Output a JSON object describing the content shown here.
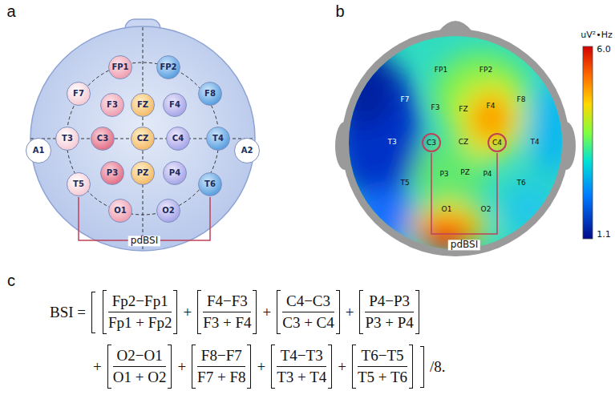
{
  "diagram": {
    "nodes": [
      {
        "text": [
          "FP1"
        ]
      },
      {
        "text": [
          "FP2"
        ]
      },
      {
        "text": [
          "F7"
        ]
      },
      {
        "text": [
          "F3"
        ]
      },
      {
        "text": [
          "FZ"
        ]
      },
      {
        "text": [
          "F4"
        ]
      },
      {
        "text": [
          "F8"
        ]
      },
      {
        "text": [
          "A1"
        ]
      },
      {
        "text": [
          "T3"
        ]
      },
      {
        "text": [
          "C3"
        ]
      },
      {
        "text": [
          "CZ"
        ]
      },
      {
        "text": [
          "C4"
        ]
      },
      {
        "text": [
          "T4"
        ]
      },
      {
        "text": [
          "A2"
        ]
      },
      {
        "text": [
          "T5"
        ]
      },
      {
        "text": [
          "P3"
        ]
      },
      {
        "text": [
          "PZ"
        ]
      },
      {
        "text": [
          "P4"
        ]
      },
      {
        "text": [
          "T6"
        ]
      },
      {
        "text": [
          "O1"
        ]
      },
      {
        "text": [
          "O2"
        ]
      },
      {
        "text": [
          "C3"
        ]
      },
      {
        "text": [
          "C4"
        ]
      }
    ],
    "labels": [
      "a",
      "b",
      "FP1",
      "FP2",
      "F7",
      "F3",
      "FZ",
      "F4",
      "F8",
      "T3",
      "CZ",
      "T4",
      "T5",
      "P3",
      "PZ",
      "P4",
      "T6",
      "O1",
      "O2",
      "uV²•Hz",
      "6.0",
      "1.1",
      "pdBSI",
      "pdBSI",
      "c",
      "BSI =",
      "Fp2−Fp1",
      "Fp1 + Fp2",
      "+",
      "F4−F3",
      "F3 + F4",
      "+",
      "C4−C3",
      "C3 + C4",
      "+",
      "P4−P3",
      "P3 + P4",
      "+",
      "O2−O1",
      "O1 + O2",
      "+",
      "F8−F7",
      "F7 + F8",
      "+",
      "T4−T3",
      "T3 + T4",
      "+",
      "T6−T5",
      "T5 + T6",
      "/8."
    ]
  }
}
